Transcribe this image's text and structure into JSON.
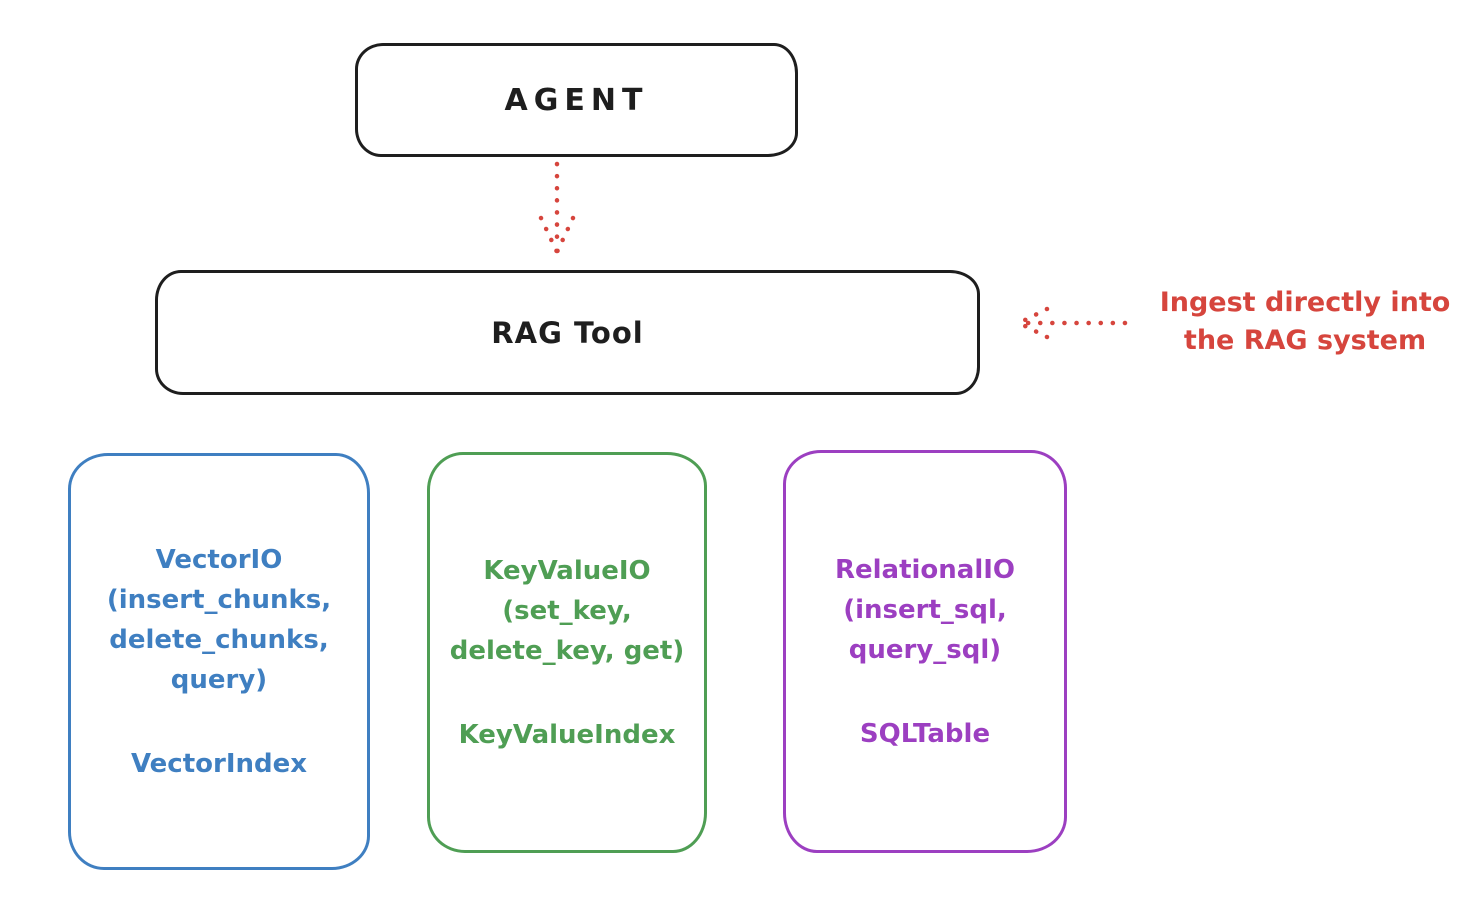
{
  "diagram": {
    "agent": {
      "label": "AGENT"
    },
    "rag_tool": {
      "label": "RAG Tool"
    },
    "annotation": {
      "text": "Ingest directly into\nthe RAG system"
    },
    "arrows": [
      {
        "name": "agent-to-rag-tool",
        "style": "dotted",
        "direction": "down"
      },
      {
        "name": "ingest-into-rag",
        "style": "dotted",
        "direction": "left"
      }
    ],
    "io_boxes": [
      {
        "name": "VectorIO",
        "methods": "VectorIO\n(insert_chunks,\ndelete_chunks,\nquery)",
        "index": "VectorIndex",
        "color": "#3f7fc1"
      },
      {
        "name": "KeyValueIO",
        "methods": "KeyValueIO\n(set_key,\ndelete_key, get)",
        "index": "KeyValueIndex",
        "color": "#4f9e54"
      },
      {
        "name": "RelationalIO",
        "methods": "RelationalIO\n(insert_sql,\nquery_sql)",
        "index": "SQLTable",
        "color": "#9c3fc1"
      }
    ]
  },
  "colors": {
    "stroke": "#1e1e1e",
    "red": "#d6453d",
    "blue": "#3f7fc1",
    "green": "#4f9e54",
    "purple": "#9c3fc1"
  }
}
